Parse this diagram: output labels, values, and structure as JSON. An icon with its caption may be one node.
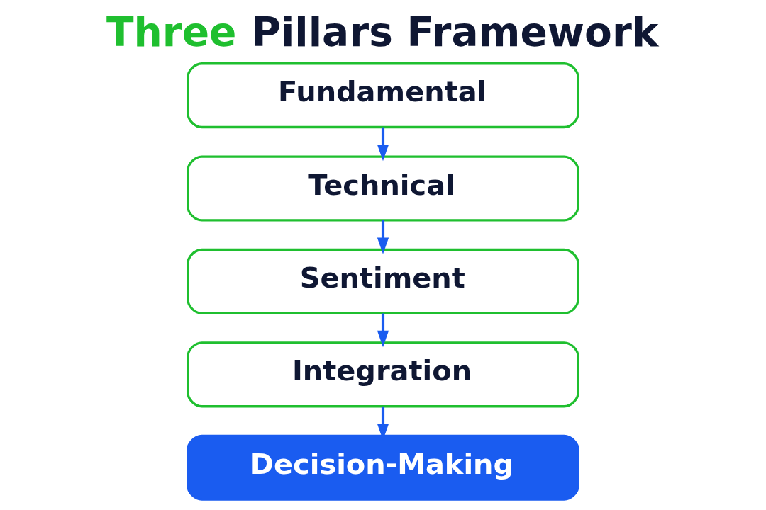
{
  "diagram": {
    "title": "Three Pillars Framework",
    "nodes": [
      {
        "text": [
          "Fundamental"
        ]
      },
      {
        "text": [
          "Technical"
        ]
      },
      {
        "text": [
          "Sentiment"
        ]
      },
      {
        "text": [
          "Integration"
        ]
      },
      {
        "text": [
          "Decision-Making"
        ]
      }
    ],
    "edges": [
      {
        "from": 0,
        "to": 1,
        "arrow": "to"
      },
      {
        "from": 1,
        "to": 2,
        "arrow": "to"
      },
      {
        "from": 2,
        "to": 3,
        "arrow": "to"
      },
      {
        "from": 3,
        "to": 4,
        "arrow": "to"
      }
    ]
  }
}
